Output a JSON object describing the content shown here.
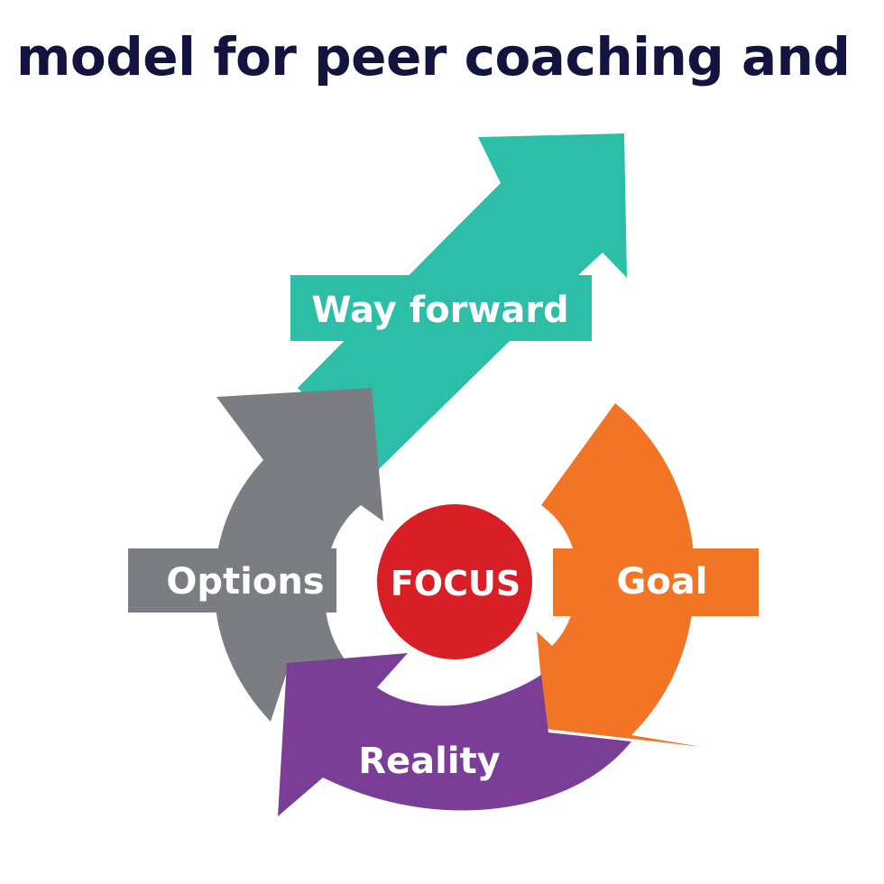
{
  "title": "model for peer coaching and",
  "colors": {
    "title": "#13133f",
    "way_forward": "#2cbea6",
    "options": "#7c7d82",
    "goal": "#f27526",
    "reality": "#7b3e97",
    "focus": "#d81f26",
    "label_text": "#ffffff"
  },
  "diagram": {
    "center": "FOCUS",
    "stages": {
      "goal": "Goal",
      "reality": "Reality",
      "options": "Options",
      "way_forward": "Way forward"
    }
  }
}
